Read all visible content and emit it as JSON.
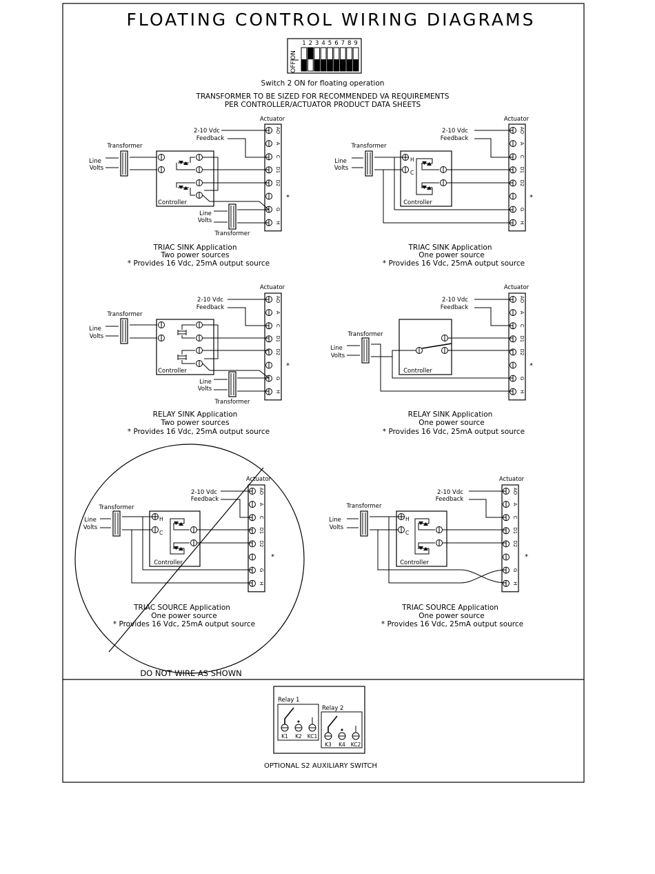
{
  "title": "FLOATING CONTROL WIRING DIAGRAMS",
  "dip": {
    "on_label": "ON",
    "off_label": "OFF",
    "numbers": [
      "1",
      "2",
      "3",
      "4",
      "5",
      "6",
      "7",
      "8",
      "9"
    ],
    "states": [
      "off",
      "on",
      "off",
      "off",
      "off",
      "off",
      "off",
      "off",
      "off"
    ]
  },
  "notes": {
    "switch": "Switch 2 ON for floating operation",
    "transformer_1": "TRANSFORMER TO BE SIZED FOR RECOMMENDED VA REQUIREMENTS",
    "transformer_2": "PER CONTROLLER/ACTUATOR PRODUCT DATA SHEETS"
  },
  "common": {
    "actuator": "Actuator",
    "feedback_1": "2-10 Vdc",
    "feedback_2": "Feedback",
    "transformer": "Transformer",
    "line": "Line",
    "volts": "Volts",
    "controller": "Controller",
    "star": "*",
    "terminals": [
      "AO",
      "A",
      "C",
      "D1",
      "D2",
      "",
      "G",
      "H"
    ],
    "h": "H",
    "c": "C"
  },
  "diagrams": [
    {
      "title": "TRIAC SINK Application",
      "sub1": "Two power sources",
      "sub2": "* Provides 16 Vdc, 25mA output source"
    },
    {
      "title": "TRIAC SINK Application",
      "sub1": "One power source",
      "sub2": "* Provides 16 Vdc, 25mA output source"
    },
    {
      "title": "RELAY SINK Application",
      "sub1": "Two power sources",
      "sub2": "* Provides 16 Vdc, 25mA output source"
    },
    {
      "title": "RELAY SINK Application",
      "sub1": "One power source",
      "sub2": "* Provides 16 Vdc, 25mA output source"
    },
    {
      "title": "TRIAC SOURCE Application",
      "sub1": "One power source",
      "sub2": "* Provides 16 Vdc, 25mA output source"
    },
    {
      "title": "TRIAC SOURCE Application",
      "sub1": "One power source",
      "sub2": "* Provides 16 Vdc, 25mA output source"
    }
  ],
  "warning": "DO NOT WIRE AS SHOWN",
  "aux": {
    "relay1": "Relay 1",
    "relay2": "Relay 2",
    "terms1": [
      "K1",
      "K2",
      "KC1"
    ],
    "terms2": [
      "K3",
      "K4",
      "KC2"
    ],
    "caption": "OPTIONAL S2 AUXILIARY SWITCH"
  }
}
